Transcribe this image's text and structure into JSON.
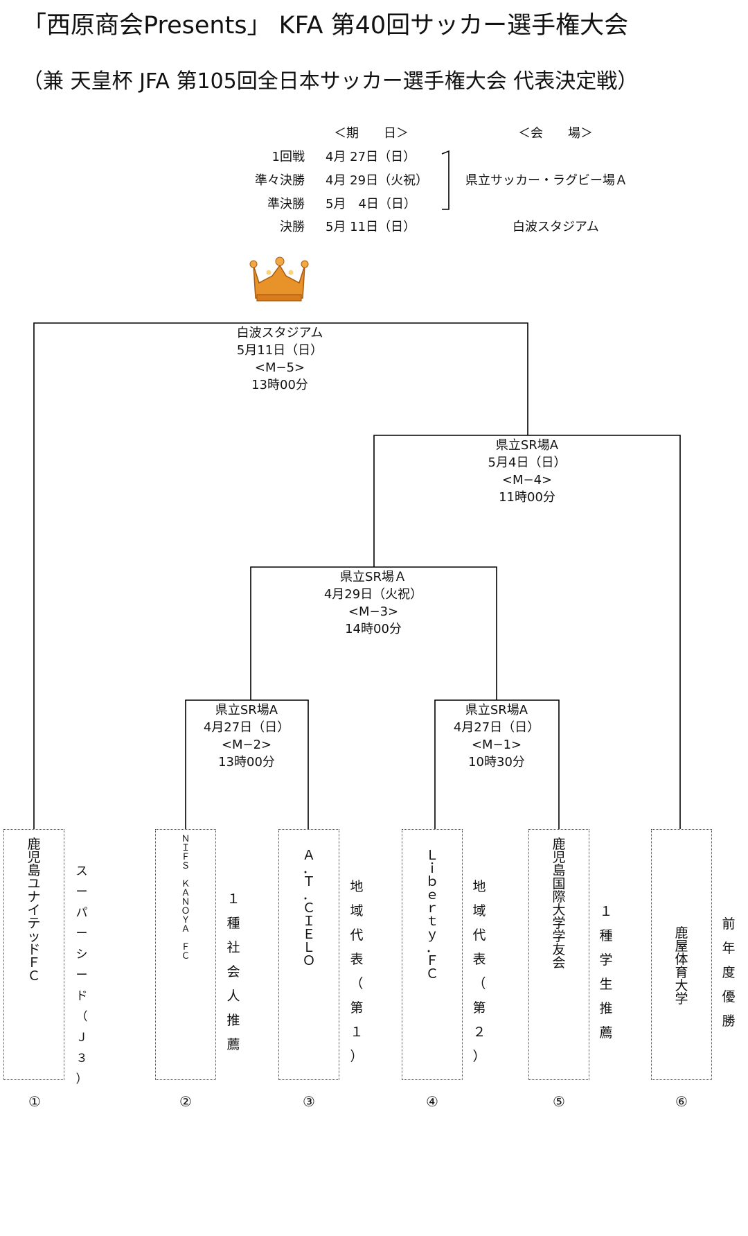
{
  "header": {
    "title": "「西原商会Presents」 KFA 第40回サッカー選手権大会",
    "subtitle": "（兼 天皇杯 JFA 第105回全日本サッカー選手権大会 代表決定戦）"
  },
  "schedule": {
    "date_header": "＜期　　日＞",
    "venue_header": "＜会　　場＞",
    "rows": [
      {
        "round": "1回戦",
        "date": "4月 27日（日）"
      },
      {
        "round": "準々決勝",
        "date": "4月 29日（火祝）"
      },
      {
        "round": "準決勝",
        "date": "5月　4日（日）"
      },
      {
        "round": "決勝",
        "date": "5月 11日（日）"
      }
    ],
    "venue_a": "県立サッカー・ラグビー場Ａ",
    "venue_final": "白波スタジアム"
  },
  "matches": {
    "m5": {
      "venue": "白波スタジアム",
      "date": "5月11日（日）",
      "code": "<M−5>",
      "time": "13時00分"
    },
    "m4": {
      "venue": "県立SR場A",
      "date": "5月4日（日）",
      "code": "<M−4>",
      "time": "11時00分"
    },
    "m3": {
      "venue": "県立SR場Ａ",
      "date": "4月29日（火祝）",
      "code": "<M−3>",
      "time": "14時00分"
    },
    "m2": {
      "venue": "県立SR場A",
      "date": "4月27日（日）",
      "code": "<M−2>",
      "time": "13時00分"
    },
    "m1": {
      "venue": "県立SR場A",
      "date": "4月27日（日）",
      "code": "<M−1>",
      "time": "10時30分"
    }
  },
  "teams": [
    {
      "name": "鹿児島ユナイテッドＦＣ",
      "note": "スーパーシード（Ｊ３）",
      "number": "①"
    },
    {
      "name": "ＮＩＦＳ　ＫＡＮＯＹＡ　ＦＣ",
      "note": "１種社会人推薦",
      "number": "②"
    },
    {
      "name": "Ａ．Ｔ．ＣＩＥＬＯ",
      "note": "地域代表（第１）",
      "number": "③"
    },
    {
      "name": "Ｌｉｂｅｒｔｙ．ＦＣ",
      "note": "地域代表（第２）",
      "number": "④"
    },
    {
      "name": "鹿児島国際大学学友会",
      "note": "１種学生推薦",
      "number": "⑤"
    },
    {
      "name": "鹿屋体育大学",
      "note": "前年度優勝",
      "number": "⑥"
    }
  ],
  "colors": {
    "crown": "#e8922a",
    "line": "#000000"
  },
  "icons": {
    "trophy": "crown-icon"
  }
}
